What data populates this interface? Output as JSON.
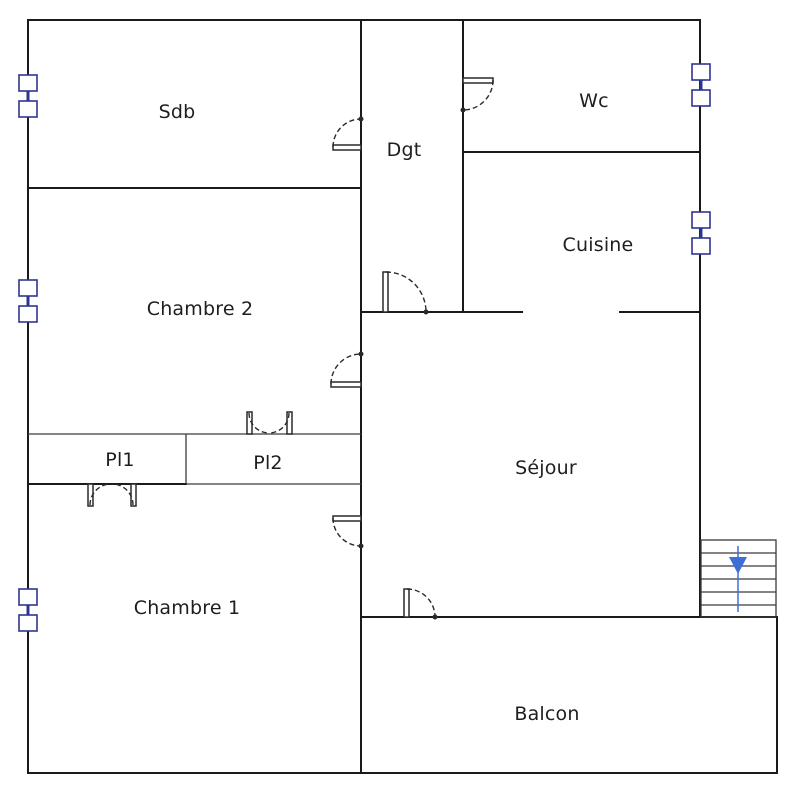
{
  "colors": {
    "walls": "#1a1a1a",
    "window": "#2e3590",
    "stair_arrow": "#3d6fd6"
  },
  "rooms": {
    "sdb": "Sdb",
    "dgt": "Dgt",
    "wc": "Wc",
    "cuisine": "Cuisine",
    "chambre2": "Chambre 2",
    "pl1": "Pl1",
    "pl2": "Pl2",
    "sejour": "Séjour",
    "chambre1": "Chambre 1",
    "balcon": "Balcon"
  },
  "icons": {
    "window": "window-icon",
    "door": "door-swing-icon",
    "stairs": "staircase-icon",
    "arrow": "arrow-down-icon"
  }
}
